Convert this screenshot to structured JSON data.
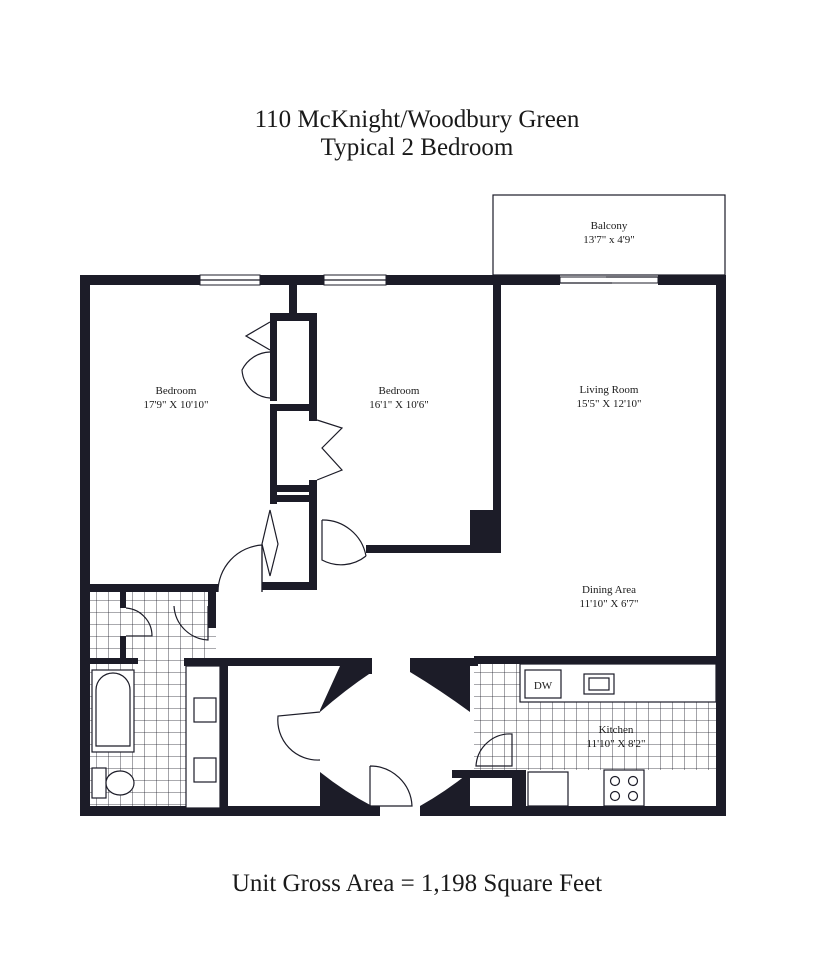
{
  "title": {
    "line1": "110 McKnight/Woodbury Green",
    "line2": "Typical 2 Bedroom"
  },
  "rooms": {
    "balcony": {
      "name": "Balcony",
      "size": "13'7\" x 4'9\""
    },
    "bedroom1": {
      "name": "Bedroom",
      "size": "17'9\" X 10'10\""
    },
    "bedroom2": {
      "name": "Bedroom",
      "size": "16'1\" X 10'6\""
    },
    "living": {
      "name": "Living Room",
      "size": "15'5\" X 12'10\""
    },
    "dining": {
      "name": "Dining Area",
      "size": "11'10\" X 6'7\""
    },
    "kitchen": {
      "name": "Kitchen",
      "size": "11'10\" X 8'2\""
    }
  },
  "appliances": {
    "dishwasher": "DW"
  },
  "footer": {
    "area": "Unit Gross Area  = 1,198 Square Feet"
  }
}
